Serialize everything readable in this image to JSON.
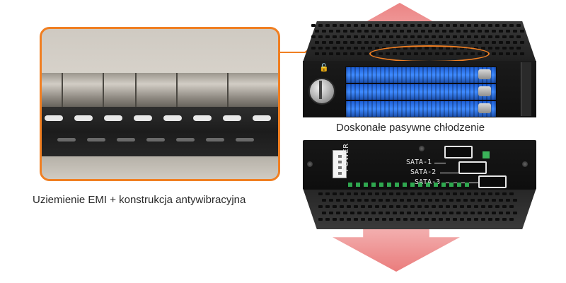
{
  "captions": {
    "emi": "Uziemienie EMI + konstrukcja antywibracyjna",
    "cooling": "Doskonałe pasywne chłodzenie"
  },
  "rear_panel": {
    "power_label": "POWER",
    "sata_labels": [
      "SATA-1",
      "SATA-2",
      "SATA-3"
    ]
  },
  "colors": {
    "highlight_orange": "#f07f22",
    "airflow_red": "#e86e6e",
    "tray_blue": "#2f74ea",
    "device_black": "#141414"
  },
  "icons": {
    "unlock": "unlock-icon",
    "key_lock": "key-lock-icon"
  }
}
